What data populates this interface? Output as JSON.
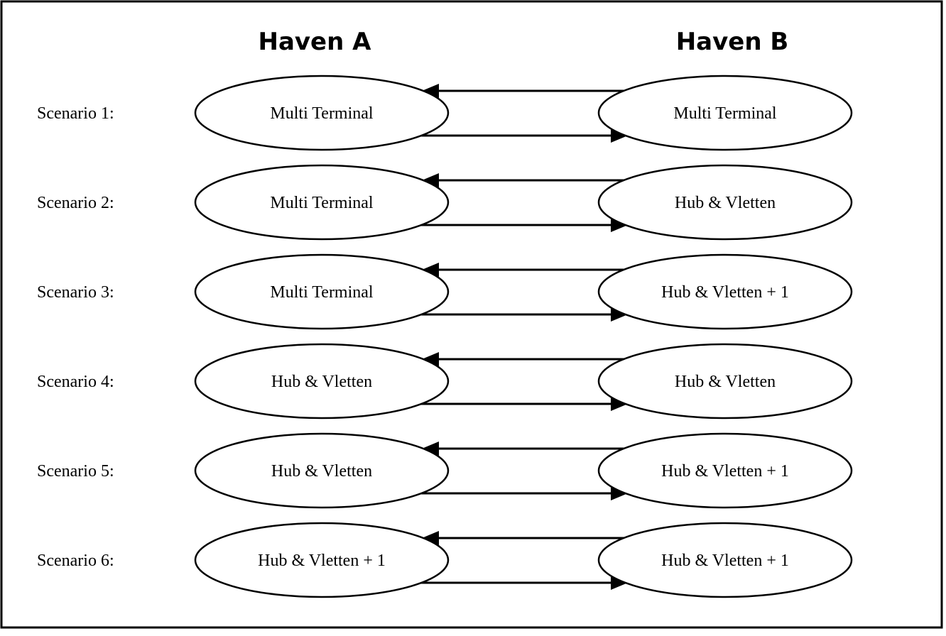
{
  "headers": {
    "left": "Haven A",
    "right": "Haven B"
  },
  "scenarios": [
    {
      "label": "Scenario 1:",
      "haven_a": "Multi Terminal",
      "haven_b": "Multi Terminal"
    },
    {
      "label": "Scenario 2:",
      "haven_a": "Multi Terminal",
      "haven_b": "Hub & Vletten"
    },
    {
      "label": "Scenario 3:",
      "haven_a": "Multi Terminal",
      "haven_b": "Hub & Vletten + 1"
    },
    {
      "label": "Scenario 4:",
      "haven_a": "Hub & Vletten",
      "haven_b": "Hub & Vletten"
    },
    {
      "label": "Scenario 5:",
      "haven_a": "Hub & Vletten",
      "haven_b": "Hub & Vletten + 1"
    },
    {
      "label": "Scenario 6:",
      "haven_a": "Hub & Vletten + 1",
      "haven_b": "Hub & Vletten + 1"
    }
  ]
}
